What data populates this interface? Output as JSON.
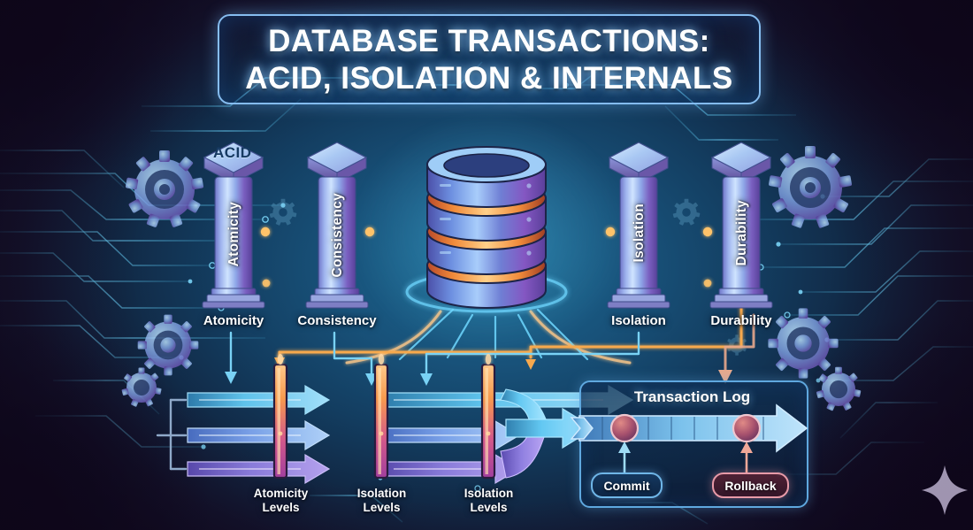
{
  "title": {
    "line1": "DATABASE TRANSACTIONS:",
    "line2": "ACID, ISOLATION & INTERNALS"
  },
  "pillars": [
    {
      "id": "atomicity",
      "vertical_label": "Atomicity",
      "caption": "Atomicity",
      "cap_tag": "ACID"
    },
    {
      "id": "consistency",
      "vertical_label": "Consistency",
      "caption": "Consistency",
      "cap_tag": ""
    },
    {
      "id": "isolation",
      "vertical_label": "Isolation",
      "caption": "Isolation",
      "cap_tag": ""
    },
    {
      "id": "durability",
      "vertical_label": "Durability",
      "caption": "Durability",
      "cap_tag": ""
    }
  ],
  "flow": {
    "gates": [
      {
        "id": "gate-1",
        "label_line1": "Atomicity",
        "label_line2": "Levels"
      },
      {
        "id": "gate-2",
        "label_line1": "Isolation",
        "label_line2": "Levels"
      },
      {
        "id": "gate-3",
        "label_line1": "Isolation",
        "label_line2": "Levels"
      }
    ]
  },
  "transaction_log": {
    "title": "Transaction Log",
    "commit_label": "Commit",
    "rollback_label": "Rollback"
  },
  "colors": {
    "background": "#120a22",
    "panel_glow": "#1d6a93",
    "accent_cyan": "#6fd8ff",
    "accent_orange": "#f5a64b",
    "accent_purple": "#9b7fe8",
    "commit": "#6fb6e8",
    "rollback": "#e89aa8",
    "title_border": "#86bdf0"
  }
}
